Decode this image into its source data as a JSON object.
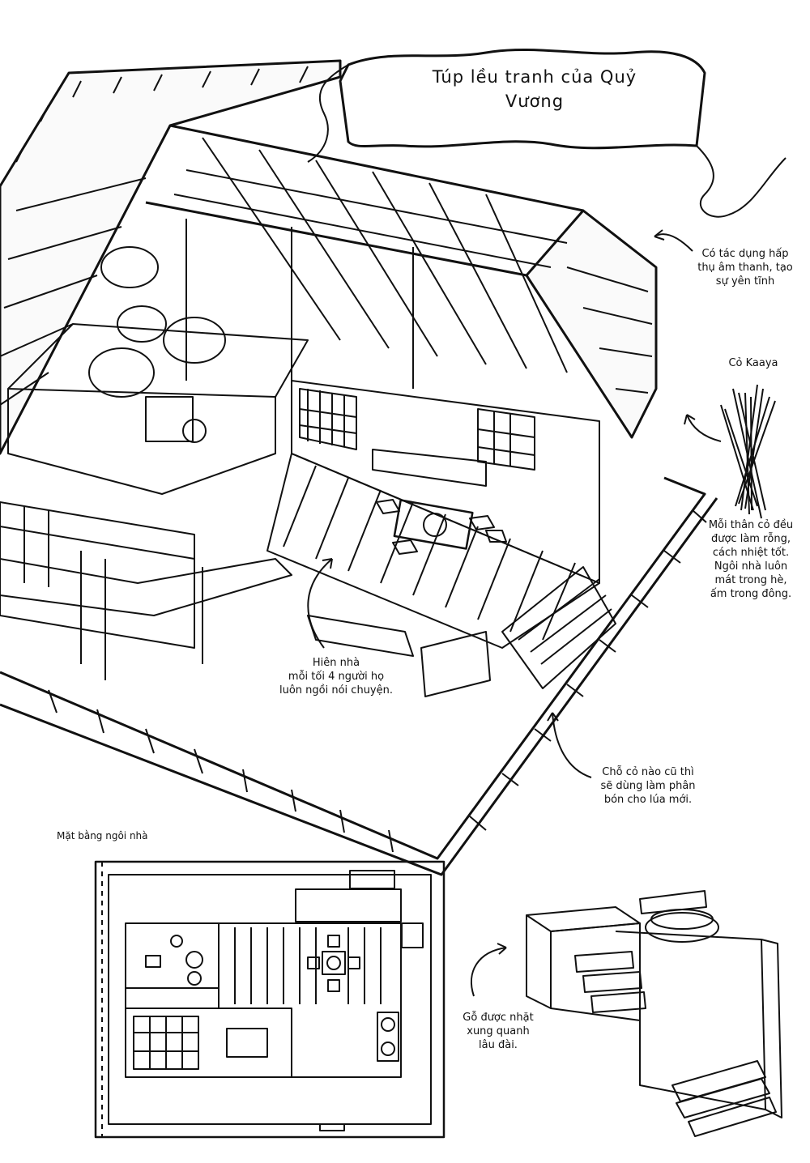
{
  "banner": {
    "title_line1": "Túp lều tranh của Quỷ",
    "title_line2": "Vương"
  },
  "notes": {
    "sound": "Có tác dụng hấp\nthụ âm thanh, tạo\nsự yên tĩnh",
    "kaaya": "Cỏ Kaaya",
    "hollow": "Mỗi thân cỏ đều\nđược làm rỗng,\ncách nhiệt tốt.\nNgôi nhà luôn\nmát trong hè,\nấm trong đông.",
    "porch": "Hiên nhà\nmỗi tối 4 người họ\nluôn ngồi nói chuyện.",
    "fertilizer": "Chỗ cỏ nào cũ thì\nsẽ dùng làm phân\nbón cho lúa mới.",
    "floorplan": "Mặt bằng ngôi nhà",
    "wood": "Gỗ được nhặt\nxung quanh\nlâu đài."
  },
  "icons": [
    "thatch-roof",
    "kaaya-grass-stalks",
    "clay-stove",
    "arrow"
  ]
}
